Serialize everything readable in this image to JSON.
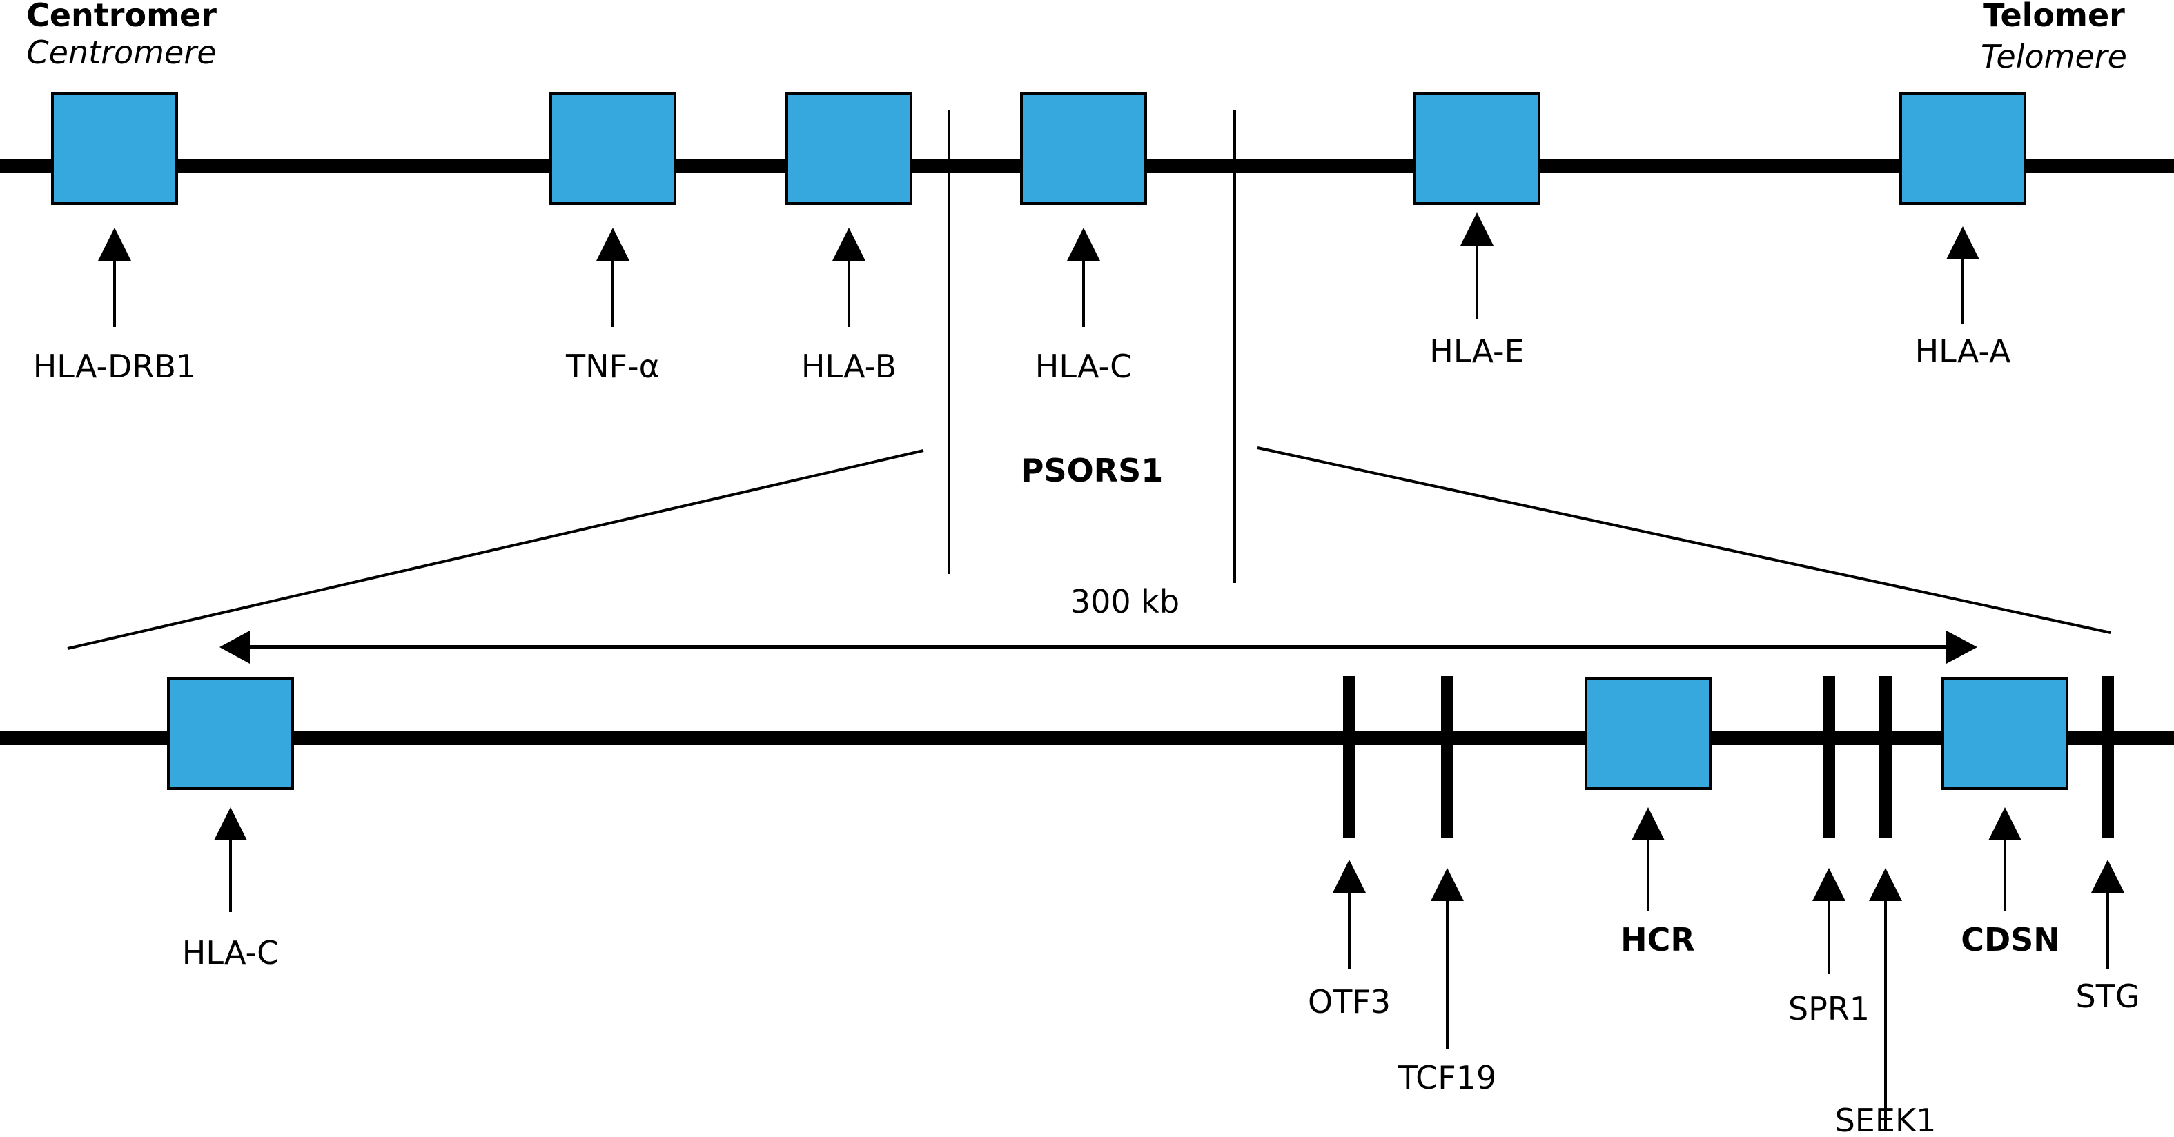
{
  "colors": {
    "gene_box": "#36a8de",
    "stroke": "#000000"
  },
  "header": {
    "left": {
      "title": "Centromer",
      "subtitle": "Centromere"
    },
    "right": {
      "title": "Telomer",
      "subtitle": "Telomere"
    }
  },
  "top_track": {
    "genes": [
      {
        "id": "hla-drb1",
        "label": "HLA-DRB1",
        "type": "box",
        "bold": false
      },
      {
        "id": "tnf-alpha",
        "label": "TNF-α",
        "type": "box",
        "bold": false
      },
      {
        "id": "hla-b",
        "label": "HLA-B",
        "type": "box",
        "bold": false
      },
      {
        "id": "hla-c-top",
        "label": "HLA-C",
        "type": "box",
        "bold": false
      },
      {
        "id": "hla-e",
        "label": "HLA-E",
        "type": "box",
        "bold": false
      },
      {
        "id": "hla-a",
        "label": "HLA-A",
        "type": "box",
        "bold": false
      }
    ]
  },
  "region": {
    "label": "PSORS1",
    "size_label": "300 kb"
  },
  "bottom_track": {
    "genes": [
      {
        "id": "hla-c-bottom",
        "label": "HLA-C",
        "type": "box",
        "bold": false
      },
      {
        "id": "otf3",
        "label": "OTF3",
        "type": "bar",
        "bold": false
      },
      {
        "id": "tcf19",
        "label": "TCF19",
        "type": "bar",
        "bold": false
      },
      {
        "id": "hcr",
        "label": "HCR",
        "type": "box",
        "bold": true
      },
      {
        "id": "spr1",
        "label": "SPR1",
        "type": "bar",
        "bold": false
      },
      {
        "id": "seek1",
        "label": "SEEK1",
        "type": "bar",
        "bold": false
      },
      {
        "id": "cdsn",
        "label": "CDSN",
        "type": "box",
        "bold": true
      },
      {
        "id": "stg",
        "label": "STG",
        "type": "bar",
        "bold": false
      }
    ]
  }
}
